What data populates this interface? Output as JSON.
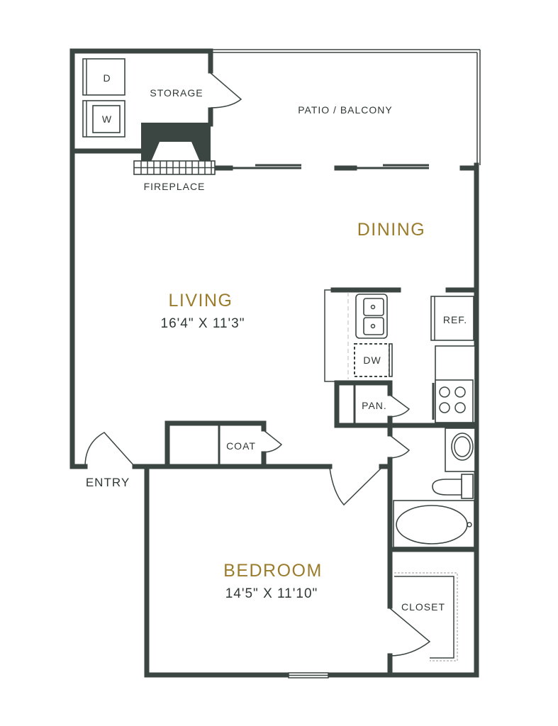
{
  "colors": {
    "wall": "#3b4542",
    "room_label": "#9b7c2c"
  },
  "rooms": {
    "living": {
      "name": "LIVING",
      "size": "16'4\" X 11'3\""
    },
    "dining": {
      "name": "DINING"
    },
    "bedroom": {
      "name": "BEDROOM",
      "size": "14'5\" X 11'10\""
    }
  },
  "labels": {
    "storage": "STORAGE",
    "patio": "PATIO / BALCONY",
    "fireplace": "FIREPLACE",
    "dryer": "D",
    "washer": "W",
    "dishwasher": "DW",
    "refrigerator": "REF.",
    "pantry": "PAN.",
    "coat": "COAT",
    "entry": "ENTRY",
    "closet": "CLOSET"
  }
}
